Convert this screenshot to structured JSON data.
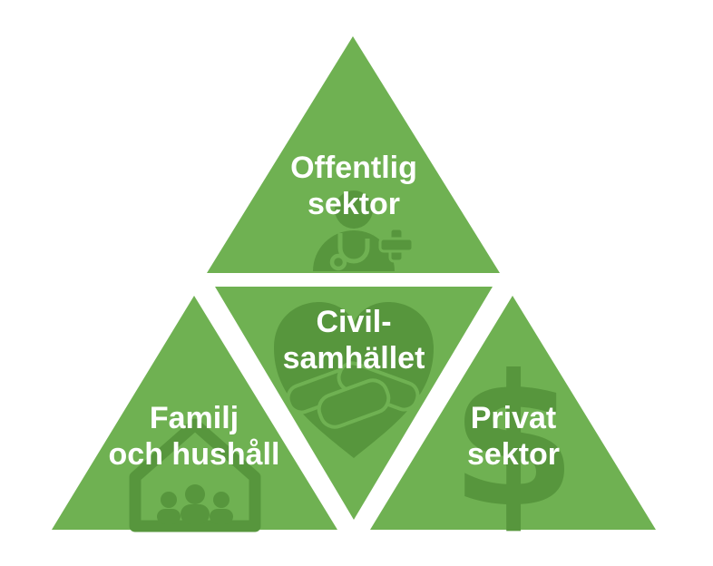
{
  "diagram": {
    "description": "Four green triangles forming a sector pyramid",
    "background_color": "#ffffff",
    "triangle_color": "#6FB152",
    "icon_color": "#57963D",
    "text_color": "#FFFFFF",
    "sections": [
      {
        "name": "offentlig-sektor",
        "line1": "Offentlig",
        "line2": "sektor",
        "icon": "doctor-icon"
      },
      {
        "name": "civilsamhallet",
        "line1": "Civil-",
        "line2": "samhället",
        "icon": "handshake-heart-icon"
      },
      {
        "name": "familj-och-hushall",
        "line1": "Familj",
        "line2": "och hushåll",
        "icon": "house-family-icon"
      },
      {
        "name": "privat-sektor",
        "line1": "Privat",
        "line2": "sektor",
        "icon": "dollar-icon",
        "icon_glyph": "$"
      }
    ]
  }
}
